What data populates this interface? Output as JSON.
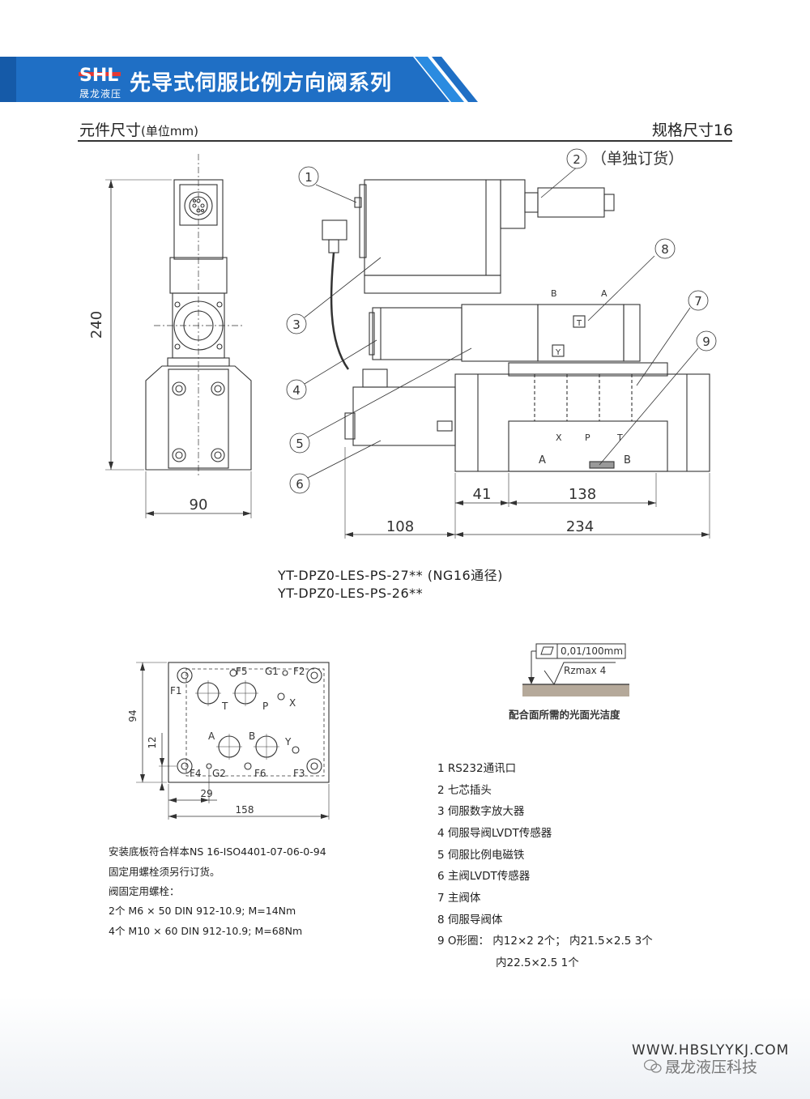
{
  "header": {
    "brand_mark": "SHL",
    "brand_name": "晟龙液压",
    "title": "先导式伺服比例方向阀系列",
    "colors": {
      "banner": "#1f6fc5",
      "banner_dark": "#155aa8",
      "stripe": "#2b8be0"
    }
  },
  "section": {
    "title": "元件尺寸",
    "unit": "(单位mm)",
    "size_label": "规格尺寸16"
  },
  "main_drawing": {
    "callout_2_note": "（单独订货）",
    "callouts": [
      "1",
      "2",
      "3",
      "4",
      "5",
      "6",
      "7",
      "8",
      "9"
    ],
    "port_labels": {
      "top_b": "B",
      "top_a": "A",
      "t": "T",
      "y": "Y",
      "x": "X",
      "p": "P",
      "t2": "T",
      "a": "A",
      "b": "B"
    },
    "dimensions": {
      "height": "240",
      "width_side": "90",
      "d41": "41",
      "d138": "138",
      "d108": "108",
      "d234": "234"
    }
  },
  "models": [
    "YT-DPZ0-LES-PS-27** (NG16通径)",
    "YT-DPZ0-LES-PS-26**"
  ],
  "base_plate": {
    "ports": {
      "f5": "F5",
      "g1": "G1",
      "f2": "F2",
      "f1": "F1",
      "t": "T",
      "p": "P",
      "x": "X",
      "a": "A",
      "b": "B",
      "y": "Y",
      "f4": "F4",
      "g2": "G2",
      "f6": "F6",
      "f3": "F3"
    },
    "dimensions": {
      "d94": "94",
      "d12": "12",
      "d29": "29",
      "d158": "158"
    }
  },
  "surface": {
    "flatness": "0,01/100mm",
    "roughness": "Rzmax 4",
    "caption": "配合面所需的光面光洁度"
  },
  "notes": [
    "安装底板符合样本NS 16-ISO4401-07-06-0-94",
    "固定用螺栓须另行订货。",
    "阀固定用螺栓：",
    "2个 M6 × 50 DIN 912-10.9; M=14Nm",
    "4个 M10 × 60 DIN 912-10.9; M=68Nm"
  ],
  "legend": [
    "1 RS232通讯口",
    "2 七芯插头",
    "3 伺服数字放大器",
    "4 伺服导阀LVDT传感器",
    "5 伺服比例电磁铁",
    "6 主阀LVDT传感器",
    "7 主阀体",
    "8 伺服导阀体",
    "9 O形圈： 内12×2   2个； 内21.5×2.5   3个",
    "内22.5×2.5    1个"
  ],
  "footer": {
    "url": "WWW.HBSLYYKJ.COM",
    "wechat": "晟龙液压科技"
  }
}
